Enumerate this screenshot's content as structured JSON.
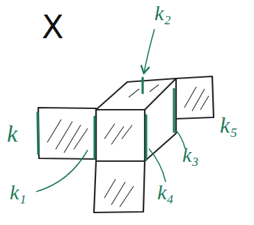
{
  "diagram": {
    "labels": [
      "X",
      "k",
      "k₁",
      "k₂",
      "k₃",
      "k₄",
      "k₅"
    ]
  }
}
